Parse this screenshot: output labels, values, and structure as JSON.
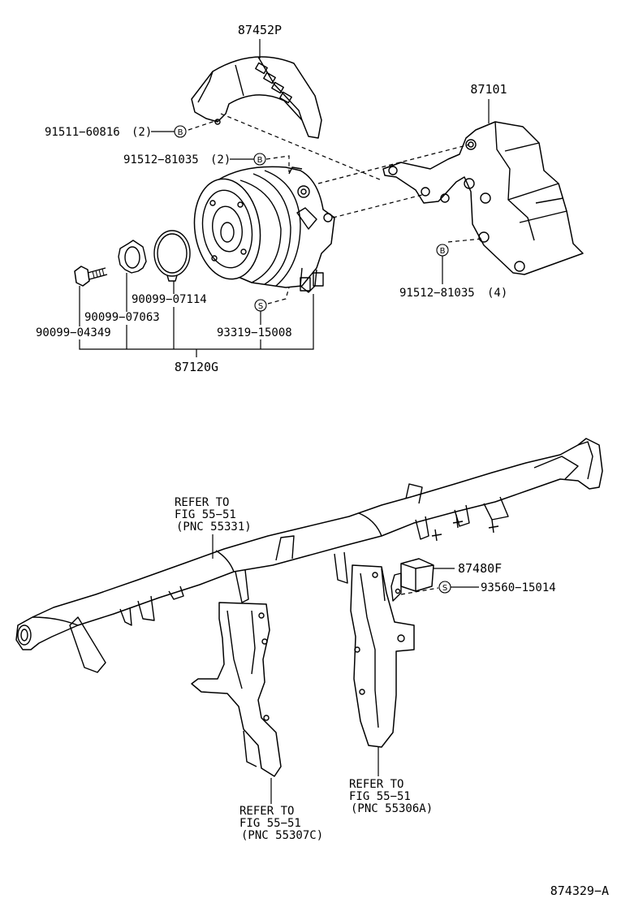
{
  "callouts": {
    "p87452P": "87452P",
    "p87101": "87101",
    "p91511_60816": "91511−60816",
    "p91511_qty": "(2)",
    "p91512_81035a": "91512−81035",
    "p91512_qtya": "(2)",
    "p91512_81035b": "91512−81035",
    "p91512_qtyb": "(4)",
    "p90099_07114": "90099−07114",
    "p90099_07063": "90099−07063",
    "p90099_04349": "90099−04349",
    "p93319_15008": "93319−15008",
    "p87120G": "87120G",
    "p87480F": "87480F",
    "p93560_15014": "93560−15014"
  },
  "symbols": {
    "b": "B",
    "s": "S"
  },
  "refs": {
    "ref1": [
      "REFER TO",
      "FIG 55−51",
      "(PNC 55331)"
    ],
    "ref2": [
      "REFER TO",
      "FIG 55−51",
      "(PNC 55307C)"
    ],
    "ref3": [
      "REFER TO",
      "FIG 55−51",
      "(PNC 55306A)"
    ]
  },
  "figure_id": "874329−A"
}
